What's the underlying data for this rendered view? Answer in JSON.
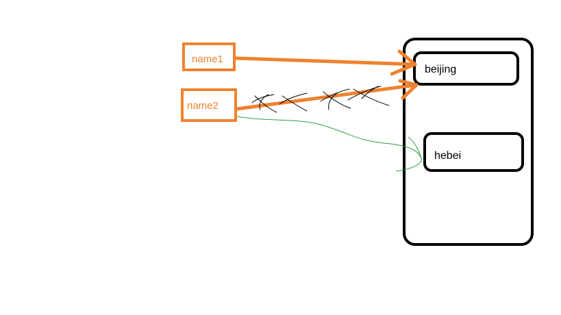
{
  "variables": {
    "name1": "name1",
    "name2": "name2"
  },
  "memory": {
    "values": {
      "beijing": "beijing",
      "hebei": "hebei"
    }
  },
  "colors": {
    "variable": "#f0812f",
    "box": "#000000",
    "strike": "#000000",
    "new_reference": "#2e9e3e",
    "background": "#ffffff"
  }
}
